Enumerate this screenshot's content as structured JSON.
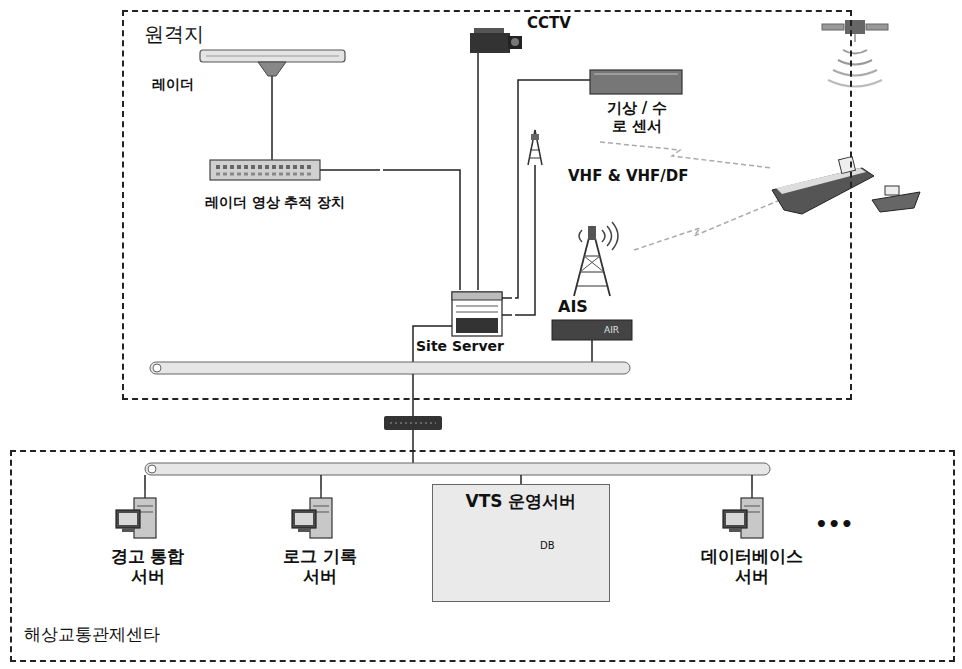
{
  "diagram": {
    "nodes": [
      {
        "text": [
          "원격지"
        ]
      },
      {
        "text": [
          "레이더"
        ],
        "in": 0
      },
      {
        "text": [
          "CCTV"
        ],
        "in": 0
      },
      {
        "text": [
          "기상 / 수로 센서"
        ],
        "in": 0
      },
      {
        "text": [
          "VHF & VHF/DF"
        ],
        "in": 0
      },
      {
        "text": [
          "레이더 영상 추적 장치"
        ],
        "in": 0
      },
      {
        "text": [
          "AIS"
        ],
        "in": 0
      },
      {
        "text": [
          "Site Server"
        ],
        "in": 0
      },
      {
        "text": [
          "해상교통관제센타"
        ]
      },
      {
        "text": [
          "경고 통합 서버"
        ],
        "in": 8
      },
      {
        "text": [
          "로그 기록 서버"
        ],
        "in": 8
      },
      {
        "text": [
          "VTS 운영서버",
          "DB"
        ],
        "in": 8
      },
      {
        "text": [
          "데이터베이스 서버"
        ],
        "in": 8
      }
    ],
    "edges": [
      {
        "from": 1,
        "to": 5,
        "arrow": "none"
      },
      {
        "from": 5,
        "to": 7,
        "arrow": "none"
      },
      {
        "from": 2,
        "to": 7,
        "arrow": "none"
      },
      {
        "from": 3,
        "to": 7,
        "arrow": "none"
      },
      {
        "from": 4,
        "to": 7,
        "arrow": "none"
      }
    ],
    "labels": [
      "AIR",
      "•••"
    ]
  }
}
